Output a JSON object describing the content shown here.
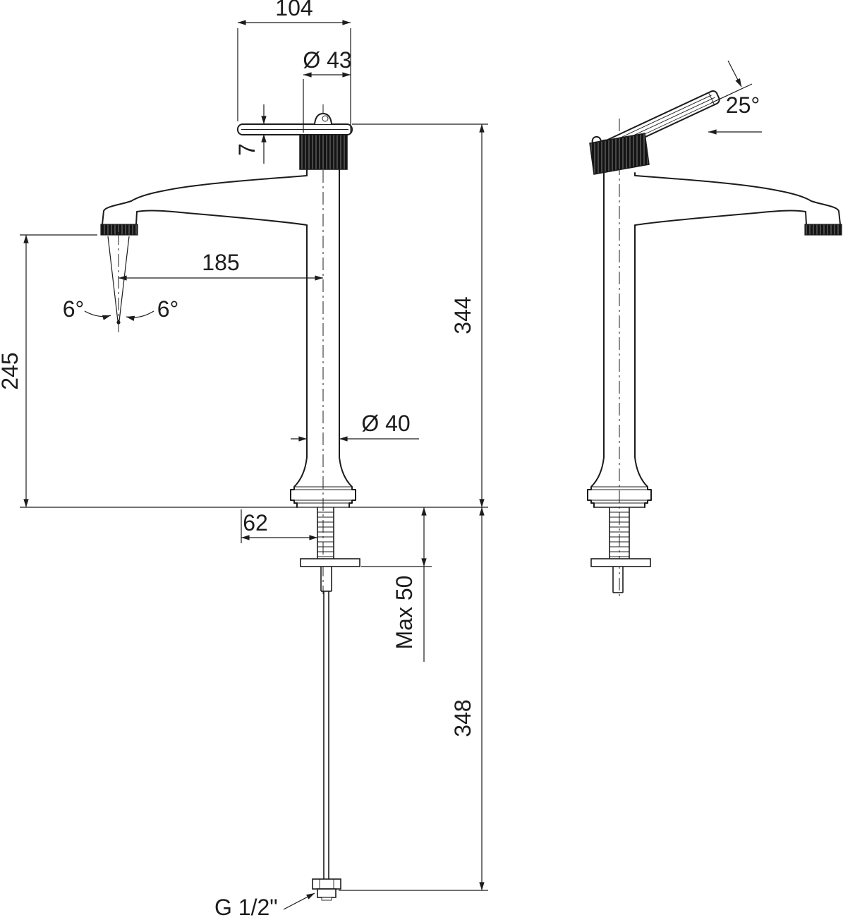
{
  "drawing": {
    "type": "technical-dimension-drawing",
    "subject": "tall single-lever basin mixer tap, front view and side view",
    "colors": {
      "line": "#1c1c1c",
      "background": "#ffffff"
    },
    "dimensions": {
      "top_width": "104",
      "handle_diameter": "Ø 43",
      "plate_thickness": "7",
      "spout_reach": "185",
      "spray_angle_left": "6°",
      "spray_angle_right": "6°",
      "spout_height": "245",
      "body_diameter": "Ø 40",
      "total_height": "344",
      "base_width": "62",
      "max_mounting_thickness": "Max 50",
      "below_deck_height": "348",
      "lever_angle": "25°",
      "connection_thread": "G 1/2\""
    }
  }
}
